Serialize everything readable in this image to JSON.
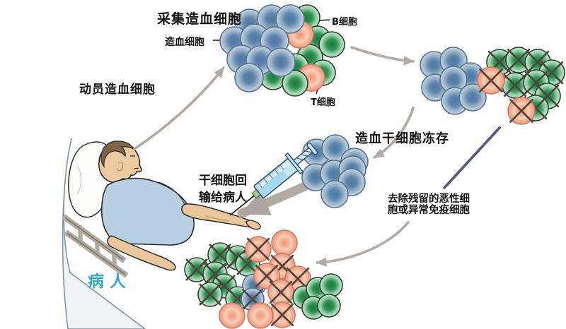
{
  "labels": {
    "collect_title": "采集造血细胞",
    "hematopoietic_cell": "造血细胞",
    "b_cell": "B细胞",
    "t_cell": "T细胞",
    "mobilize": "动员造血细胞",
    "cryopreserve": "造血干细胞冻存",
    "reinfuse_line1": "干细胞回",
    "reinfuse_line2": "输给病人",
    "remove_line1": "去除残留的恶性细",
    "remove_line2": "胞或异常免疫细胞",
    "patient": "病人"
  },
  "colors": {
    "arrow_gray": "#b3aaa2",
    "pointer_navy": "#565a85",
    "pointer_black": "#1a1a1a",
    "cross_mark": "#4e463c",
    "patient_label_teal": "#35a9c2",
    "stroke_blue": "#54718c",
    "stroke_green": "#27402f",
    "stroke_orange": "#c87860"
  },
  "clusters": {
    "collected": {
      "cells": [
        [
          434,
          25,
          18,
          "green",
          0
        ],
        [
          449,
          55,
          18,
          "green",
          0
        ],
        [
          469,
          63,
          18,
          "green",
          0
        ],
        [
          438,
          81,
          18,
          "green",
          0
        ],
        [
          418,
          94,
          18,
          "green",
          0
        ],
        [
          456,
          103,
          18,
          "green",
          0
        ],
        [
          424,
          49,
          19,
          "orange",
          0
        ],
        [
          440,
          110,
          19,
          "orange",
          0
        ],
        [
          386,
          109,
          18,
          "green",
          0
        ],
        [
          417,
          118,
          18,
          "green",
          0
        ],
        [
          353,
          33,
          20,
          "blue",
          0
        ],
        [
          384,
          27,
          20,
          "blue",
          0
        ],
        [
          410,
          27,
          20,
          "blue",
          0
        ],
        [
          331,
          58,
          20,
          "blue",
          0
        ],
        [
          360,
          54,
          20,
          "blue",
          0
        ],
        [
          388,
          58,
          20,
          "blue",
          0
        ],
        [
          341,
          84,
          20,
          "blue",
          0
        ],
        [
          368,
          85,
          20,
          "blue",
          0
        ],
        [
          397,
          88,
          20,
          "blue",
          0
        ],
        [
          352,
          110,
          20,
          "blue",
          0
        ]
      ]
    },
    "stem_separated": {
      "cells": [
        [
          613,
          92,
          19,
          "blue",
          0
        ],
        [
          641,
          86,
          19,
          "blue",
          0
        ],
        [
          665,
          108,
          19,
          "blue",
          0
        ],
        [
          615,
          124,
          19,
          "blue",
          0
        ],
        [
          641,
          113,
          19,
          "blue",
          0
        ],
        [
          643,
          143,
          19,
          "blue",
          0
        ],
        [
          668,
          138,
          19,
          "blue",
          0
        ]
      ]
    },
    "removed_right": {
      "cells": [
        [
          706,
          88,
          18,
          "green",
          1
        ],
        [
          733,
          85,
          18,
          "green",
          1
        ],
        [
          760,
          88,
          18,
          "green",
          1
        ],
        [
          780,
          103,
          18,
          "green",
          1
        ],
        [
          728,
          121,
          18,
          "green",
          1
        ],
        [
          758,
          117,
          18,
          "green",
          1
        ],
        [
          774,
          136,
          18,
          "green",
          1
        ],
        [
          757,
          153,
          18,
          "green",
          1
        ],
        [
          694,
          114,
          19,
          "orange",
          1
        ],
        [
          737,
          157,
          19,
          "orange",
          1
        ]
      ]
    },
    "frozen": {
      "cells": [
        [
          447,
          216,
          19,
          "blue",
          0
        ],
        [
          474,
          210,
          19,
          "blue",
          0
        ],
        [
          501,
          229,
          19,
          "blue",
          0
        ],
        [
          446,
          251,
          19,
          "blue",
          0
        ],
        [
          472,
          246,
          19,
          "blue",
          0
        ],
        [
          498,
          240,
          19,
          "blue",
          0
        ],
        [
          497,
          258,
          19,
          "blue",
          0
        ],
        [
          473,
          275,
          19,
          "blue",
          0
        ]
      ]
    },
    "reinfused": {
      "cells": [
        [
          311,
          361,
          17,
          "green",
          1
        ],
        [
          336,
          365,
          17,
          "green",
          1
        ],
        [
          278,
          382,
          17,
          "green",
          1
        ],
        [
          304,
          388,
          17,
          "green",
          1
        ],
        [
          350,
          374,
          17,
          "green",
          1
        ],
        [
          317,
          405,
          17,
          "green",
          1
        ],
        [
          297,
          417,
          17,
          "green",
          1
        ],
        [
          336,
          423,
          17,
          "green",
          1
        ],
        [
          359,
          404,
          16,
          "blue",
          0
        ],
        [
          357,
          424,
          16,
          "blue",
          1
        ],
        [
          402,
          344,
          18,
          "orange",
          0
        ],
        [
          365,
          353,
          18,
          "orange",
          1
        ],
        [
          399,
          377,
          18,
          "orange",
          1
        ],
        [
          377,
          391,
          18,
          "orange",
          1
        ],
        [
          421,
          395,
          18,
          "orange",
          1
        ],
        [
          397,
          414,
          18,
          "orange",
          1
        ],
        [
          399,
          446,
          18,
          "orange",
          1
        ],
        [
          328,
          447,
          18,
          "orange",
          0
        ],
        [
          368,
          447,
          18,
          "orange",
          0
        ],
        [
          430,
          421,
          16,
          "green",
          0
        ],
        [
          449,
          409,
          16,
          "green",
          0
        ],
        [
          468,
          404,
          16,
          "green",
          0
        ],
        [
          443,
          436,
          16,
          "green",
          0
        ],
        [
          465,
          433,
          16,
          "green",
          0
        ]
      ]
    }
  }
}
